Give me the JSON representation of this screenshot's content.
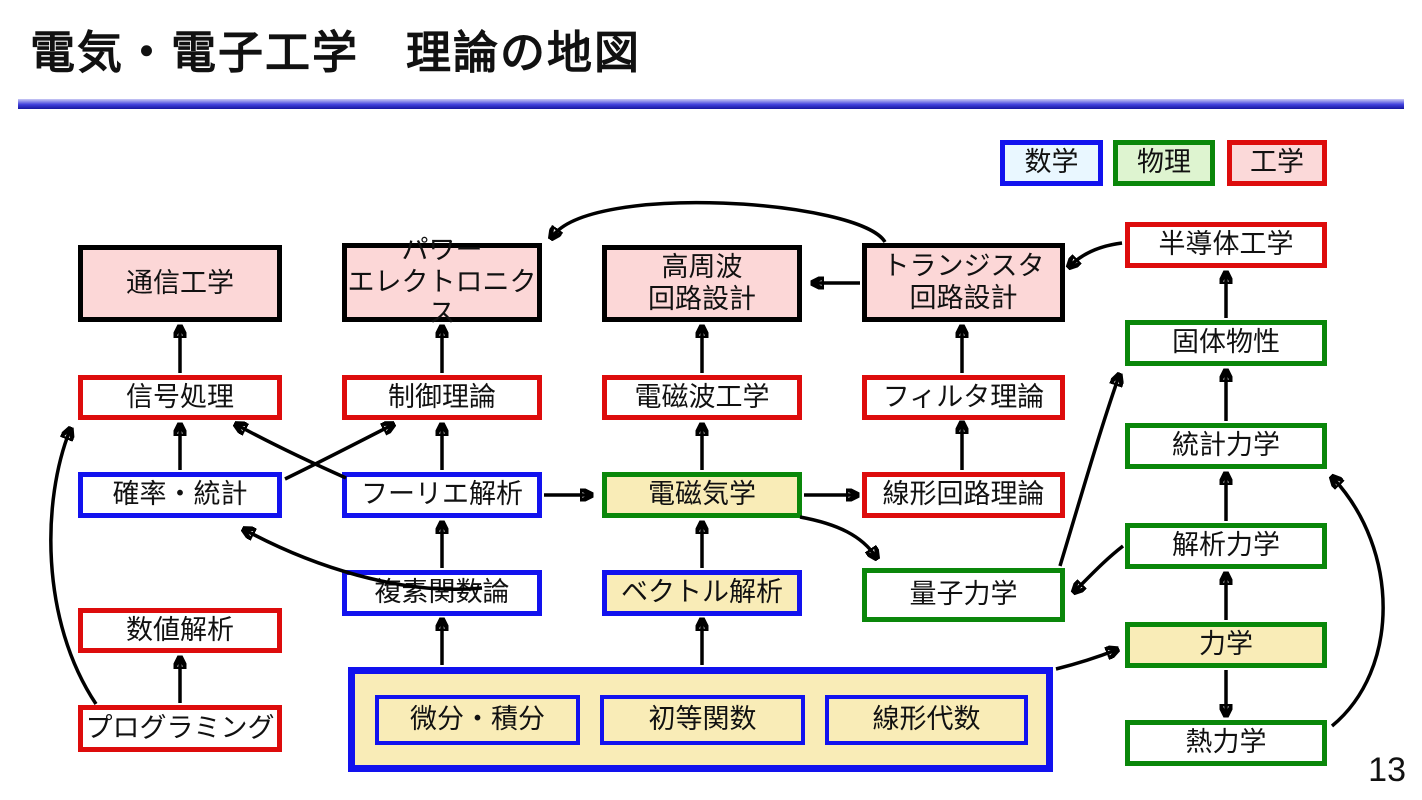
{
  "page": {
    "title": "電気・電子工学　理論の地図",
    "page_number": "13"
  },
  "legend": {
    "math": {
      "label": "数学",
      "border_color": "#1212ee",
      "fill_color": "#e9f7ff"
    },
    "physics": {
      "label": "物理",
      "border_color": "#0a870a",
      "fill_color": "#def4d0"
    },
    "eng": {
      "label": "工学",
      "border_color": "#dd0c0c",
      "fill_color": "#fbd9d9"
    }
  },
  "colors": {
    "math_border": "#1212ee",
    "physics_border": "#0a870a",
    "eng_border": "#dd0c0c",
    "applied_eng_border": "#000000",
    "applied_eng_fill": "#fcd7d7",
    "core_fill": "#f9ecb7",
    "title_rule": "#2a2acc"
  },
  "nodes": {
    "communication_eng": {
      "label": "通信工学"
    },
    "power_electronics": {
      "label": "パワー\nエレクトロニクス"
    },
    "rf_circuit_design": {
      "label": "高周波\n回路設計"
    },
    "transistor_circuit_design": {
      "label": "トランジスタ\n回路設計"
    },
    "semiconductor_eng": {
      "label": "半導体工学"
    },
    "signal_processing": {
      "label": "信号処理"
    },
    "control_theory": {
      "label": "制御理論"
    },
    "em_wave_eng": {
      "label": "電磁波工学"
    },
    "filter_theory": {
      "label": "フィルタ理論"
    },
    "solid_state_physics": {
      "label": "固体物性"
    },
    "probability_statistics": {
      "label": "確率・統計"
    },
    "fourier_analysis": {
      "label": "フーリエ解析"
    },
    "electromagnetics": {
      "label": "電磁気学"
    },
    "linear_circuit_theory": {
      "label": "線形回路理論"
    },
    "statistical_mechanics": {
      "label": "統計力学"
    },
    "complex_analysis": {
      "label": "複素関数論"
    },
    "vector_analysis": {
      "label": "ベクトル解析"
    },
    "quantum_mechanics": {
      "label": "量子力学"
    },
    "analytical_mechanics": {
      "label": "解析力学"
    },
    "numerical_analysis": {
      "label": "数値解析"
    },
    "mechanics": {
      "label": "力学"
    },
    "programming": {
      "label": "プログラミング"
    },
    "thermodynamics": {
      "label": "熱力学"
    },
    "calculus": {
      "label": "微分・積分"
    },
    "elementary_functions": {
      "label": "初等関数"
    },
    "linear_algebra": {
      "label": "線形代数"
    }
  },
  "edges": [
    {
      "from": "programming",
      "to": "numerical_analysis"
    },
    {
      "from": "programming",
      "to": "signal_processing"
    },
    {
      "from": "probability_statistics",
      "to": "signal_processing"
    },
    {
      "from": "probability_statistics",
      "to": "control_theory"
    },
    {
      "from": "signal_processing",
      "to": "communication_eng"
    },
    {
      "from": "fourier_analysis",
      "to": "signal_processing"
    },
    {
      "from": "fourier_analysis",
      "to": "control_theory"
    },
    {
      "from": "fourier_analysis",
      "to": "electromagnetics"
    },
    {
      "from": "control_theory",
      "to": "power_electronics"
    },
    {
      "from": "complex_analysis",
      "to": "fourier_analysis"
    },
    {
      "from": "complex_analysis",
      "to": "probability_statistics"
    },
    {
      "from": "math_group",
      "to": "complex_analysis"
    },
    {
      "from": "math_group",
      "to": "vector_analysis"
    },
    {
      "from": "math_group",
      "to": "mechanics"
    },
    {
      "from": "vector_analysis",
      "to": "electromagnetics"
    },
    {
      "from": "electromagnetics",
      "to": "em_wave_eng"
    },
    {
      "from": "electromagnetics",
      "to": "linear_circuit_theory"
    },
    {
      "from": "electromagnetics",
      "to": "quantum_mechanics"
    },
    {
      "from": "em_wave_eng",
      "to": "rf_circuit_design"
    },
    {
      "from": "linear_circuit_theory",
      "to": "filter_theory"
    },
    {
      "from": "filter_theory",
      "to": "transistor_circuit_design"
    },
    {
      "from": "transistor_circuit_design",
      "to": "rf_circuit_design"
    },
    {
      "from": "transistor_circuit_design",
      "to": "power_electronics"
    },
    {
      "from": "semiconductor_eng",
      "to": "transistor_circuit_design"
    },
    {
      "from": "solid_state_physics",
      "to": "semiconductor_eng"
    },
    {
      "from": "statistical_mechanics",
      "to": "solid_state_physics"
    },
    {
      "from": "analytical_mechanics",
      "to": "statistical_mechanics"
    },
    {
      "from": "analytical_mechanics",
      "to": "quantum_mechanics"
    },
    {
      "from": "quantum_mechanics",
      "to": "solid_state_physics"
    },
    {
      "from": "mechanics",
      "to": "analytical_mechanics"
    },
    {
      "from": "mechanics",
      "to": "thermodynamics"
    },
    {
      "from": "thermodynamics",
      "to": "statistical_mechanics"
    }
  ]
}
